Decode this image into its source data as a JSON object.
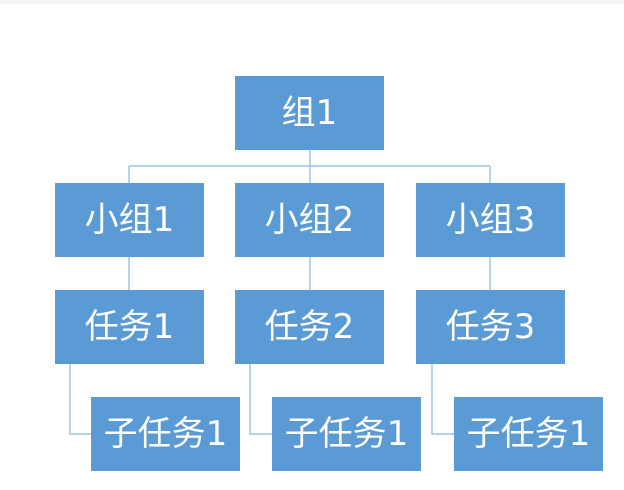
{
  "diagram": {
    "root": {
      "label": "组1"
    },
    "groups": [
      {
        "label": "小组1"
      },
      {
        "label": "小组2"
      },
      {
        "label": "小组3"
      }
    ],
    "tasks": [
      {
        "label": "任务1"
      },
      {
        "label": "任务2"
      },
      {
        "label": "任务3"
      }
    ],
    "subtasks": [
      {
        "label": "子任务1"
      },
      {
        "label": "子任务1"
      },
      {
        "label": "子任务1"
      }
    ]
  },
  "colors": {
    "node_fill": "#5b9bd5",
    "node_text": "#ffffff",
    "connector": "#9dc3e6"
  }
}
